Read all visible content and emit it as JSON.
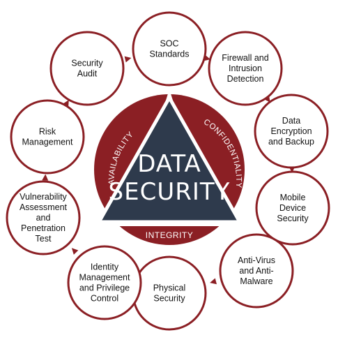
{
  "colors": {
    "accent": "#8b1f24",
    "triangle": "#2e3a4c",
    "circle_fill": "#ffffff",
    "text": "#111111"
  },
  "center": {
    "title_line1": "DATA",
    "title_line2": "SECURITY"
  },
  "pillars": {
    "left": "AVAILABILITY",
    "right": "CONFIDENTIALITY",
    "bottom": "INTEGRITY"
  },
  "nodes": [
    {
      "id": "soc-standards",
      "lines": [
        "SOC",
        "Standards"
      ]
    },
    {
      "id": "firewall",
      "lines": [
        "Firewall and",
        "Intrusion",
        "Detection"
      ]
    },
    {
      "id": "data-encryption",
      "lines": [
        "Data",
        "Encryption",
        "and Backup"
      ]
    },
    {
      "id": "mobile-device",
      "lines": [
        "Mobile",
        "Device",
        "Security"
      ]
    },
    {
      "id": "anti-virus",
      "lines": [
        "Anti-Virus",
        "and Anti-",
        "Malware"
      ]
    },
    {
      "id": "physical-security",
      "lines": [
        "Physical",
        "Security"
      ]
    },
    {
      "id": "identity-management",
      "lines": [
        "Identity",
        "Management",
        "and Privilege",
        "Control"
      ]
    },
    {
      "id": "vulnerability",
      "lines": [
        "Vulnerability",
        "Assessment",
        "and",
        "Penetration",
        "Test"
      ]
    },
    {
      "id": "risk-management",
      "lines": [
        "Risk",
        "Management"
      ]
    },
    {
      "id": "security-audit",
      "lines": [
        "Security",
        "Audit"
      ]
    }
  ]
}
